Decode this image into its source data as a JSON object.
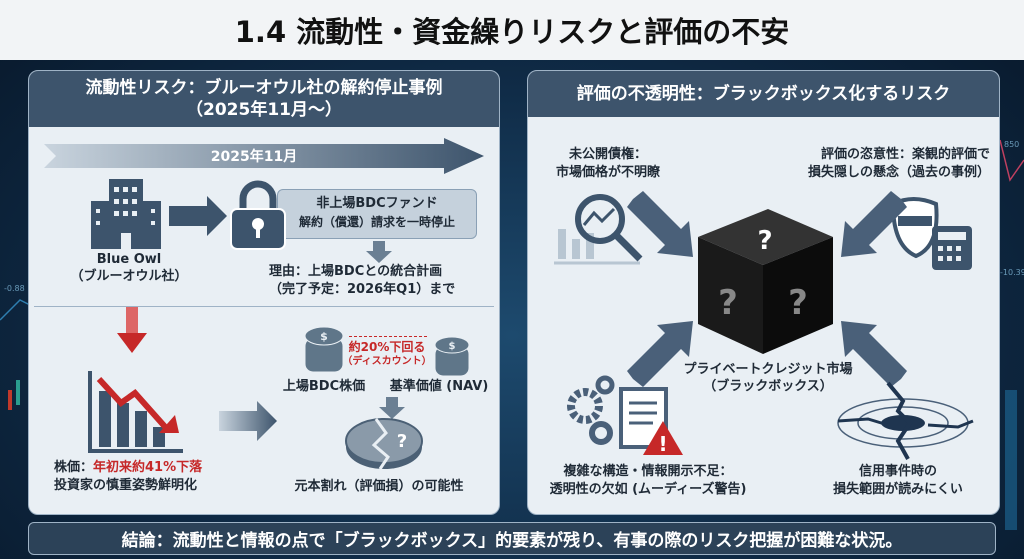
{
  "title": "1.4 流動性・資金繰りリスクと評価の不安",
  "background_numbers": [
    "-0.88",
    "850",
    "-10.39"
  ],
  "left": {
    "header_line1": "流動性リスク：ブルーオウル社の解約停止事例",
    "header_line2": "（2025年11月〜）",
    "timeline": "2025年11月",
    "company_name": "Blue Owl",
    "company_jp": "（ブルーオウル社）",
    "fund_title": "非上場BDCファンド",
    "fund_action": "解約（償還）請求を一時停止",
    "reason_line1": "理由：上場BDCとの統合計画",
    "reason_line2": "（完了予定：2026年Q1）まで",
    "stock_label": "株価：",
    "stock_drop": "年初来約41%下落",
    "investor_text": "投資家の慎重姿勢鮮明化",
    "discount_line1": "約20%下回る",
    "discount_line2": "（ディスカウント）",
    "listed_price": "上場BDC株価",
    "nav": "基準価値 (NAV)",
    "loss": "元本割れ（評価損）の可能性"
  },
  "right": {
    "header": "評価の不透明性：ブラックボックス化するリスク",
    "tl_line1": "未公開債権：",
    "tl_line2": "市場価格が不明瞭",
    "tr_line1": "評価の恣意性：楽観的評価で",
    "tr_line2": "損失隠しの懸念（過去の事例）",
    "center_line1": "プライベートクレジット市場",
    "center_line2": "（ブラックボックス）",
    "bl_line1": "複雑な構造・情報開示不足：",
    "bl_line2": "透明性の欠如 (ムーディーズ警告)",
    "br_line1": "信用事件時の",
    "br_line2": "損失範囲が読みにくい",
    "question_mark": "?"
  },
  "footer": "結論：流動性と情報の点で「ブラックボックス」的要素が残り、有事の際のリスク把握が困難な状況。",
  "colors": {
    "accent_dark": "#3d546c",
    "alert_red": "#c62828"
  }
}
